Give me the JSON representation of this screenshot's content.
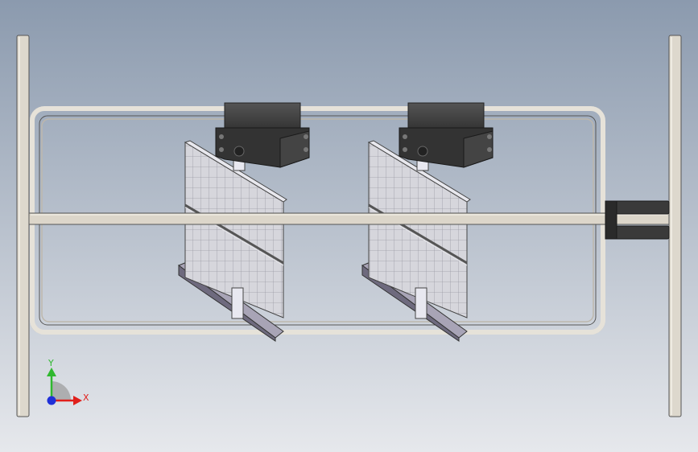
{
  "app": {
    "type": "3D CAD model viewport",
    "background_top": "#8b9aae",
    "background_bottom": "#e6e8ec"
  },
  "model": {
    "frame_color": "#e4e0d8",
    "bar_color": "#ded8cc",
    "servo_color": "#3c3c3c",
    "panel_color": "#d4d4da",
    "panel_grid_color": "#9a9aa4"
  },
  "triad": {
    "x_label": "X",
    "y_label": "Y",
    "x_color": "#e0201c",
    "y_color": "#2fb82f",
    "z_color": "#2030d8"
  }
}
